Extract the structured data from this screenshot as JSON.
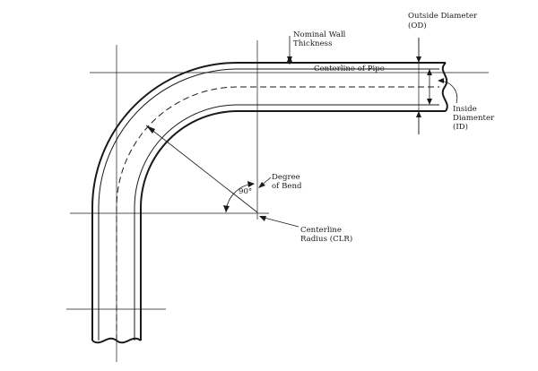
{
  "labels": {
    "outside_diameter": [
      "Outside Diameter",
      "(OD)"
    ],
    "nominal_wall_thickness": [
      "Nominal Wall",
      "Thickness"
    ],
    "centerline_of_pipe": "Centerline of Pipe",
    "inside_diameter": [
      "Inside",
      "Diamenter",
      "(ID)"
    ],
    "degree_of_bend": [
      "Degree",
      "of Bend"
    ],
    "angle": "90°",
    "centerline_radius": [
      "Centerline",
      "Radius (CLR)"
    ]
  },
  "colors": {
    "line": "#1a1a1a",
    "background": "#ffffff"
  }
}
